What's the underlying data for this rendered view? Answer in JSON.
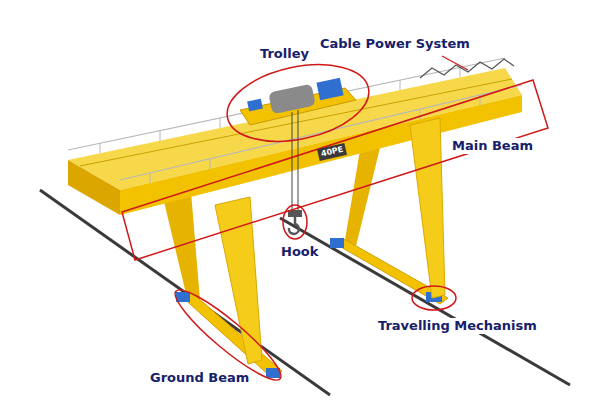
{
  "diagram": {
    "labels": [
      "Cable Power System",
      "Trolley",
      "Main Beam",
      "Hook",
      "Travelling Mechanism",
      "Ground Beam",
      "40PE"
    ]
  }
}
